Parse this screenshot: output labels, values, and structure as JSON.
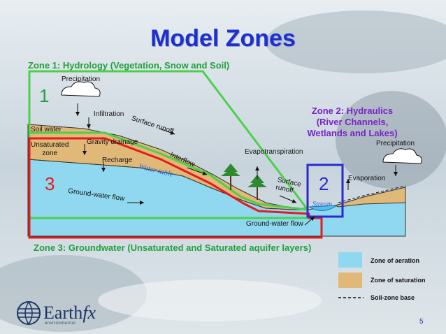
{
  "title": "Model Zones",
  "zones": {
    "zone1": "Zone 1: Hydrology (Vegetation, Snow and Soil)",
    "zone2": [
      "Zone 2: Hydraulics",
      "(River Channels,",
      "Wetlands and Lakes)"
    ],
    "zone3": "Zone 3: Groundwater (Unsaturated and Saturated aquifer layers)"
  },
  "numbers": {
    "n1": "1",
    "n2": "2",
    "n3": "3"
  },
  "labels": {
    "precipitation_left": "Precipitation",
    "infiltration": "Infiltration",
    "surface_runoff_upper": "Surface runoff",
    "soil_water": "Soil water",
    "unsaturated_zone": [
      "Unsaturated",
      "zone"
    ],
    "gravity_drainage": "Gravity drainage",
    "recharge": "Recharge",
    "water_table": "Water table",
    "interflow": "Interflow",
    "evapotranspiration": "Evapotranspiration",
    "surface_runoff_lower": [
      "Surface",
      "runoff"
    ],
    "ground_water_flow_left": "Ground-water flow",
    "ground_water_flow_right": "Ground-water flow",
    "stream": "Stream",
    "evaporation": "Evaporation",
    "precipitation_right": "Precipitation"
  },
  "legend": {
    "aeration": "Zone of aeration",
    "saturation": "Zone of saturation",
    "soil_base": "Soil-zone base"
  },
  "logo": {
    "main": "Earth",
    "fx": "fx",
    "tagline": "environmental"
  },
  "page_number": "5",
  "colors": {
    "title": "#1d2fd0",
    "zone1_border": "#4cd04c",
    "zone2_border": "#2a2ad0",
    "zone3_border": "#e81a1a",
    "aeration": "#8fd8f0",
    "saturation": "#e0b878"
  }
}
